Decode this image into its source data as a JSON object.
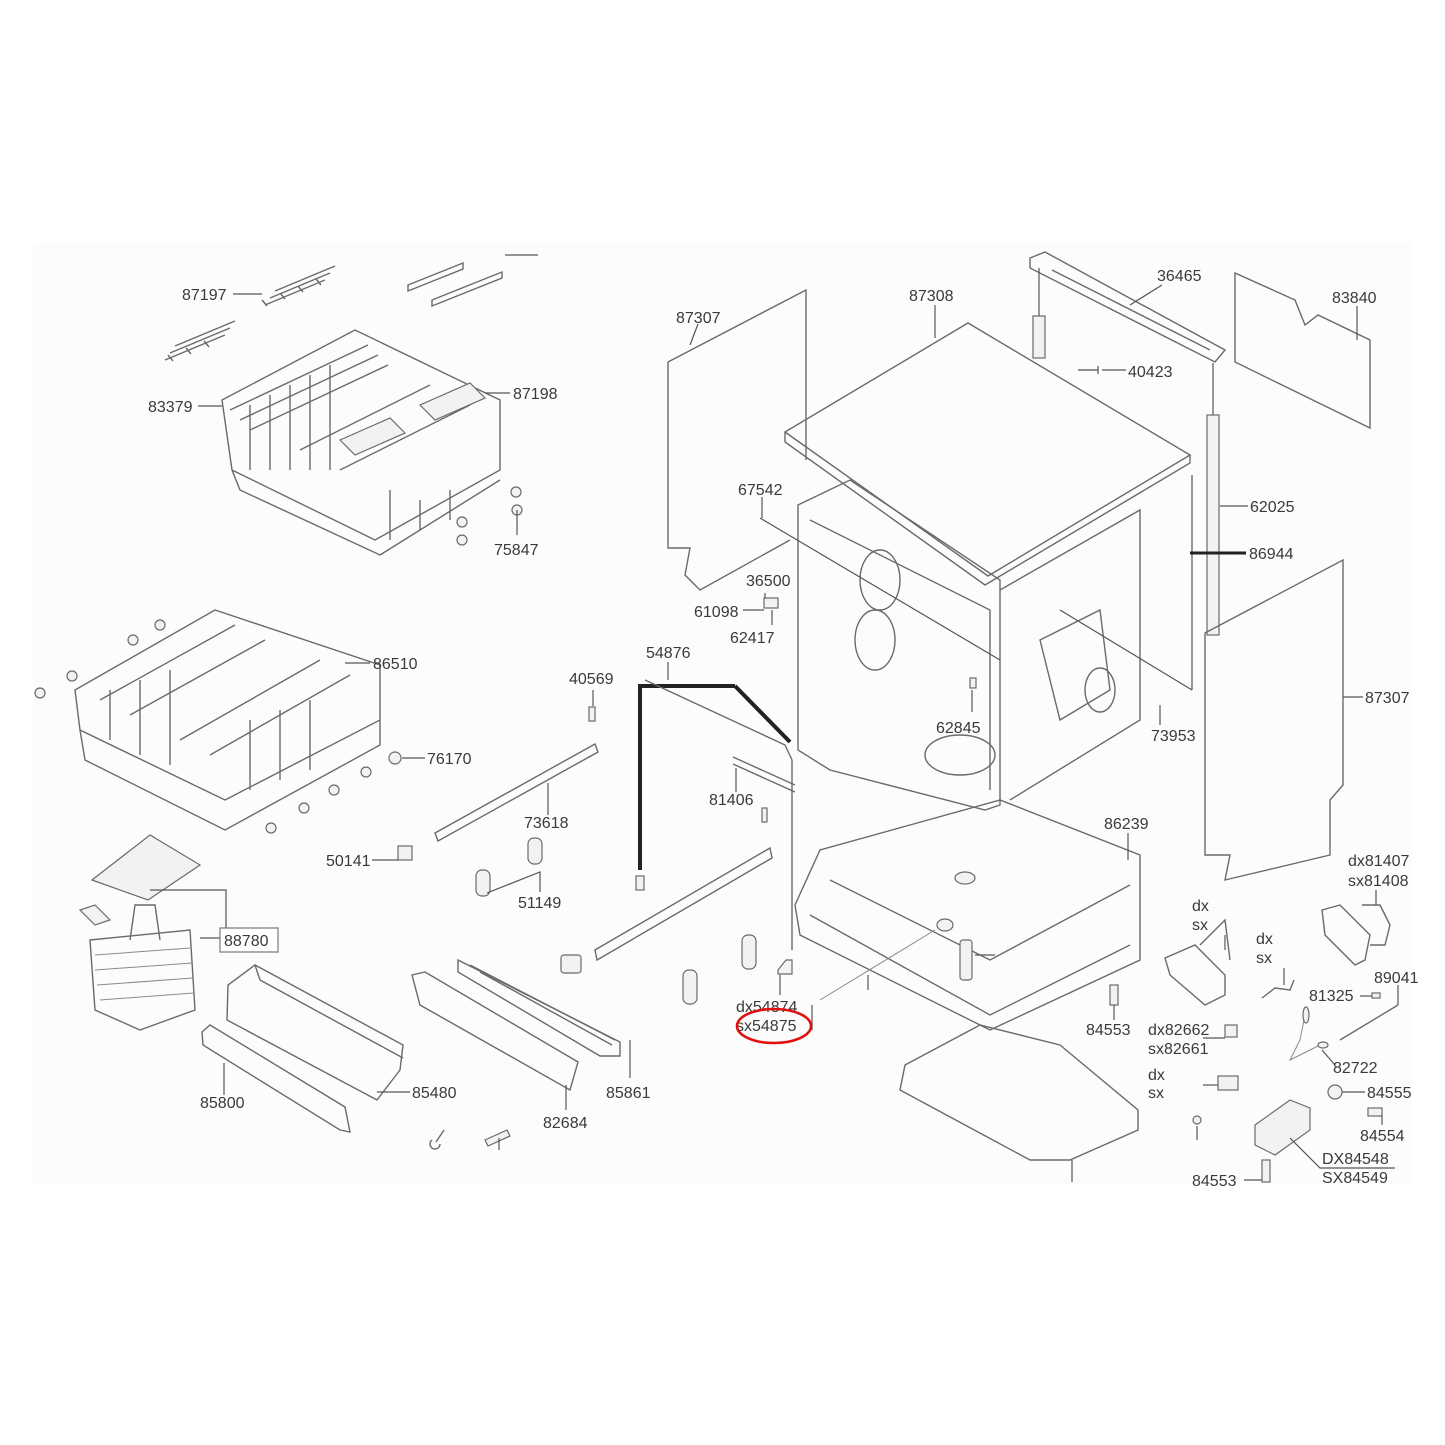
{
  "diagram": {
    "title": "Dishwasher exploded parts diagram",
    "highlight_color": "#e01010",
    "highlighted_part": "sx54875",
    "labels": {
      "p87197": "87197",
      "p83379": "83379",
      "p87198": "87198",
      "p75847": "75847",
      "p86510": "86510",
      "p76170": "76170",
      "p88780": "88780",
      "p85800": "85800",
      "p85480": "85480",
      "p50141": "50141",
      "p40569": "40569",
      "p73618": "73618",
      "p51149": "51149",
      "p82684": "82684",
      "p85861": "85861",
      "p54876": "54876",
      "p81406": "81406",
      "p54874": "dx54874",
      "p54875": "sx54875",
      "p87307_left": "87307",
      "p87308": "87308",
      "p67542": "67542",
      "p36500": "36500",
      "p61098": "61098",
      "p62417": "62417",
      "p62845": "62845",
      "p36465": "36465",
      "p83840": "83840",
      "p40423": "40423",
      "p62025": "62025",
      "p86944": "86944",
      "p87307_right": "87307",
      "p73953": "73953",
      "p86239": "86239",
      "p81407": "dx81407",
      "p81408": "sx81408",
      "hinge_dx": "dx",
      "hinge_sx": "sx",
      "spring_dx": "dx",
      "spring_sx": "sx",
      "p81325": "81325",
      "p89041": "89041",
      "p84553_top": "84553",
      "p82662": "dx82662",
      "p82661": "sx82661",
      "clip_dx": "dx",
      "clip_sx": "sx",
      "p82722": "82722",
      "p84555": "84555",
      "p84554": "84554",
      "p84548": "DX84548",
      "p84549": "SX84549",
      "p84553_bottom": "84553"
    }
  }
}
